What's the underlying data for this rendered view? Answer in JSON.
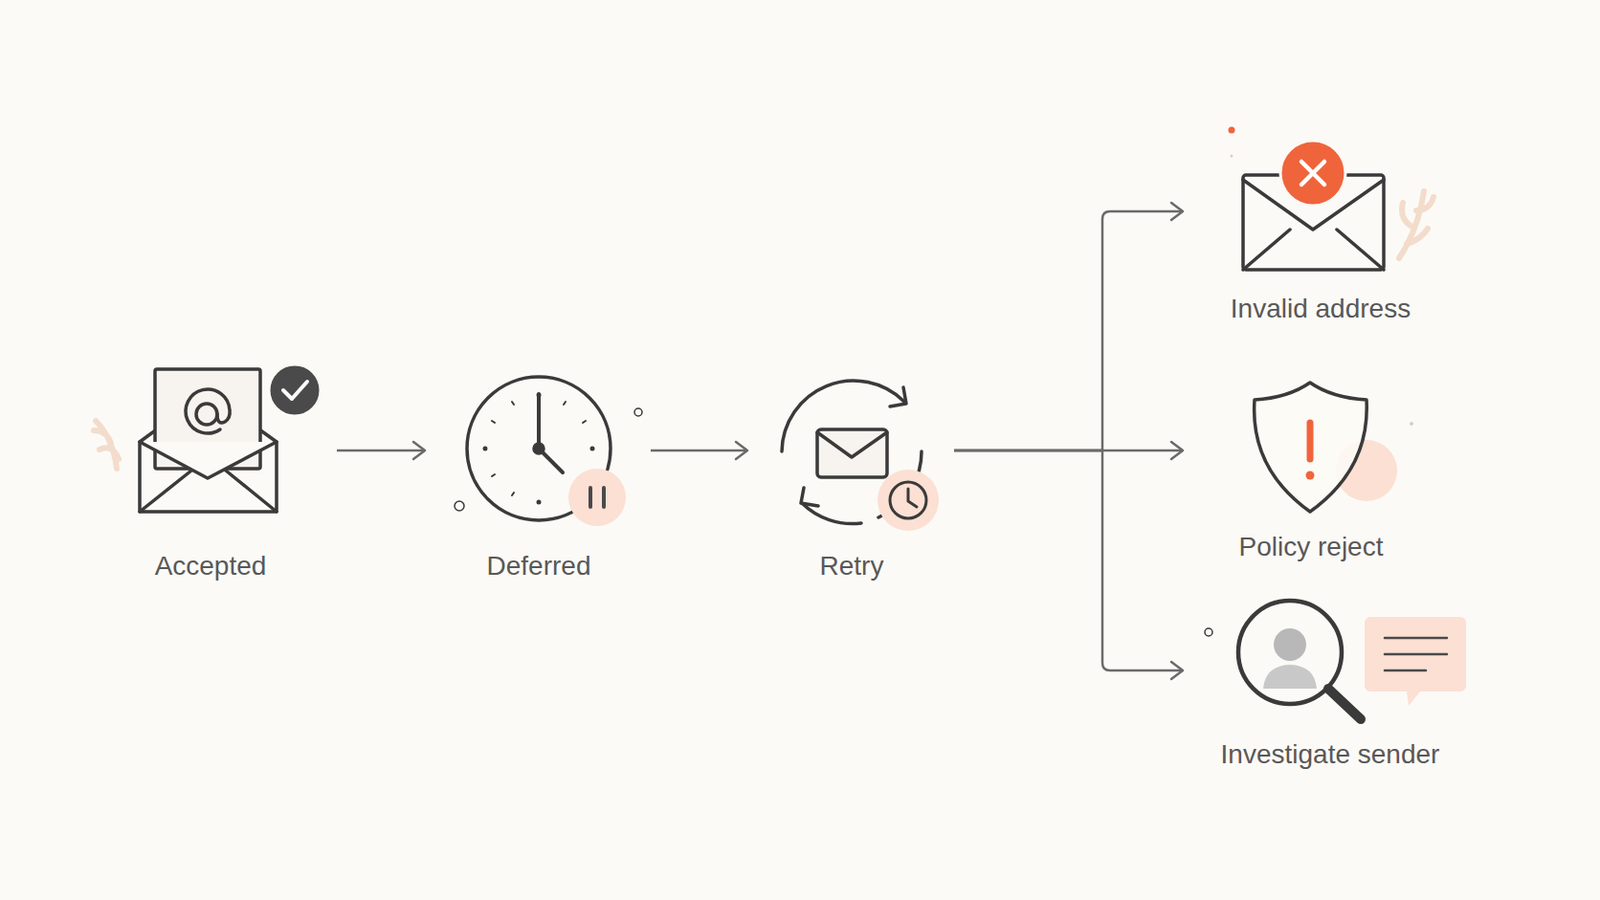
{
  "diagram": {
    "nodes": [
      {
        "text": [
          "Accepted"
        ]
      },
      {
        "text": [
          "Deferred"
        ]
      },
      {
        "text": [
          "Retry"
        ]
      },
      {
        "text": [
          "Invalid address"
        ]
      },
      {
        "text": [
          "Policy reject"
        ]
      },
      {
        "text": [
          "Investigate sender"
        ]
      }
    ],
    "edges": [
      {
        "from": 0,
        "to": 1,
        "arrow": "to"
      },
      {
        "from": 1,
        "to": 2,
        "arrow": "to"
      },
      {
        "from": 2,
        "to": 3,
        "arrow": "to"
      },
      {
        "from": 2,
        "to": 4,
        "arrow": "to"
      },
      {
        "from": 2,
        "to": 5,
        "arrow": "to"
      }
    ]
  }
}
